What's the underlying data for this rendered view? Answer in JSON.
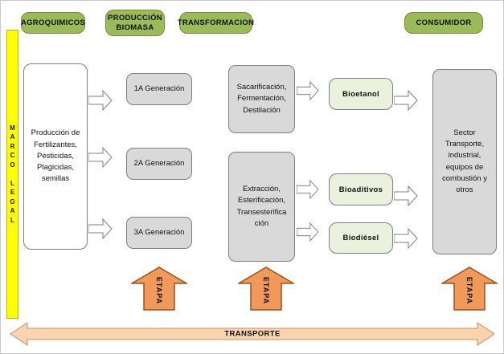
{
  "colors": {
    "stage_header_fill": "#9BBB59",
    "stage_header_border": "#71893F",
    "process_box_fill": "#D9D9D9",
    "process_box_border": "#7F7F7F",
    "product_box_fill": "#EAF1DD",
    "marco_legal_fill": "#FFFF00",
    "etapa_arrow_fill": "#F0995A",
    "etapa_arrow_border": "#96521E",
    "transporte_arrow_fill": "#FAD3AF",
    "flow_arrow_fill": "#FFFFFF"
  },
  "stage_headers": [
    {
      "label": "AGROQUIMICOS"
    },
    {
      "label": "PRODUCCIÓN BIOMASA"
    },
    {
      "label": "TRANSFORMACION"
    },
    {
      "label": "CONSUMIDOR"
    }
  ],
  "marco_legal": {
    "label": "MARCO LEGAL",
    "vertical_text": "M\nA\nR\nC\nO\n \nL\nE\nG\nA\nL"
  },
  "agrochemicals": {
    "text": "Producción de\nFertilizantes,\nPesticidas,\nPlagicidas,\nsemillas"
  },
  "generations": [
    {
      "label": "1A Generación"
    },
    {
      "label": "2A Generación"
    },
    {
      "label": "3A Generación"
    }
  ],
  "transformations": [
    {
      "text": "Sacarificación,\nFermentación,\nDestilación"
    },
    {
      "text": "Extracción,\nEsterificación,\nTransesterifica\nción"
    }
  ],
  "products": [
    {
      "label": "Bioetanol"
    },
    {
      "label": "Bioaditivos"
    },
    {
      "label": "Biodiésel"
    }
  ],
  "consumer": {
    "text": "Sector\nTransporte,\nindustrial,\nequipos de\ncombustión y\notros"
  },
  "etapa_arrows": [
    {
      "label": "ETAPA"
    },
    {
      "label": "ETAPA"
    },
    {
      "label": "ETAPA"
    }
  ],
  "transporte": {
    "label": "TRANSPORTE"
  }
}
